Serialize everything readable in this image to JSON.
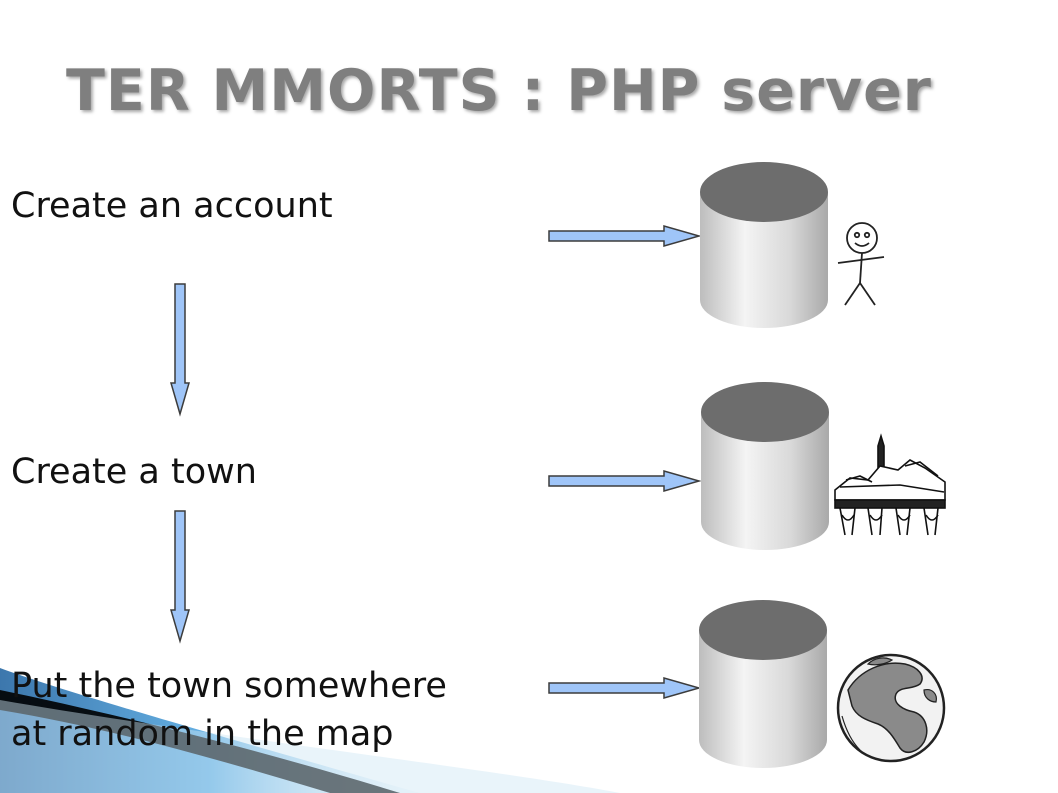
{
  "slide": {
    "title": "TER MMORTS : PHP server",
    "steps": [
      {
        "line1": "Create an account",
        "line2": "",
        "db_icon": "stick-figure-icon"
      },
      {
        "line1": "Create a town",
        "line2": "",
        "db_icon": "town-sketch-icon"
      },
      {
        "line1": "Put the town somewhere",
        "line2": "at random in the map",
        "db_icon": "globe-icon"
      }
    ]
  },
  "colors": {
    "title": "#7f7f7f",
    "arrow_fill": "#9fc5f8",
    "arrow_stroke": "#3c3c3c",
    "cylinder_top": "#6d6d6d",
    "swoosh_blue": "#1f6fb5"
  }
}
